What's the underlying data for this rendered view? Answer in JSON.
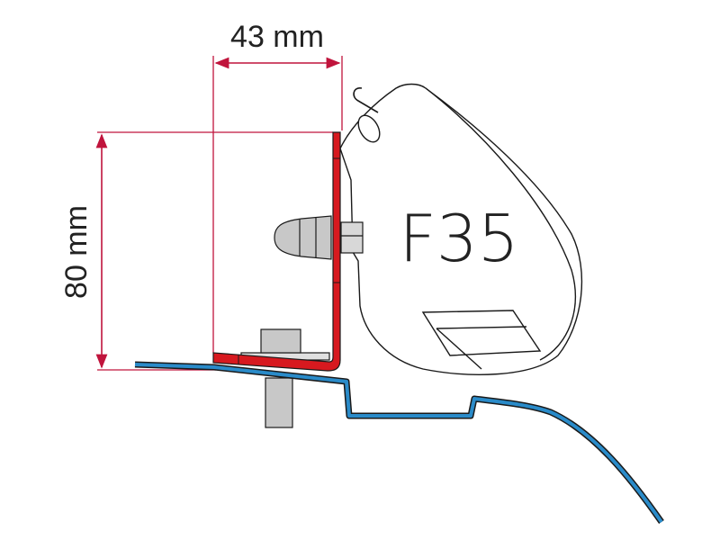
{
  "dimensions": {
    "width_label": "43 mm",
    "height_label": "80 mm"
  },
  "product": {
    "model_label": "F35"
  },
  "colors": {
    "dimension_lines": "#c0143c",
    "bracket": "#d7191f",
    "vehicle_profile": "#2a8bc9",
    "hardware": "#c8c8c8",
    "outline": "#1a1a1a"
  }
}
